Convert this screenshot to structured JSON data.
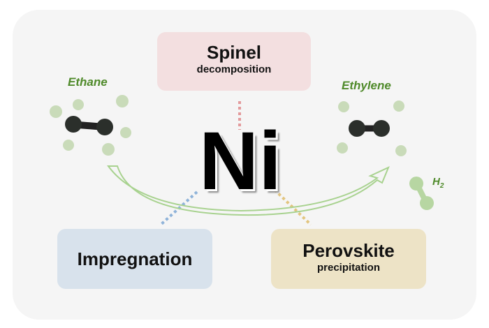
{
  "center": "Ni",
  "spinel": {
    "title": "Spinel",
    "subtitle": "decomposition"
  },
  "impregnation": {
    "title": "Impregnation"
  },
  "perovskite": {
    "title": "Perovskite",
    "subtitle": "precipitation"
  },
  "molecules": {
    "reactant": "Ethane",
    "product": "Ethylene",
    "byproduct_main": "H",
    "byproduct_sub": "2"
  }
}
